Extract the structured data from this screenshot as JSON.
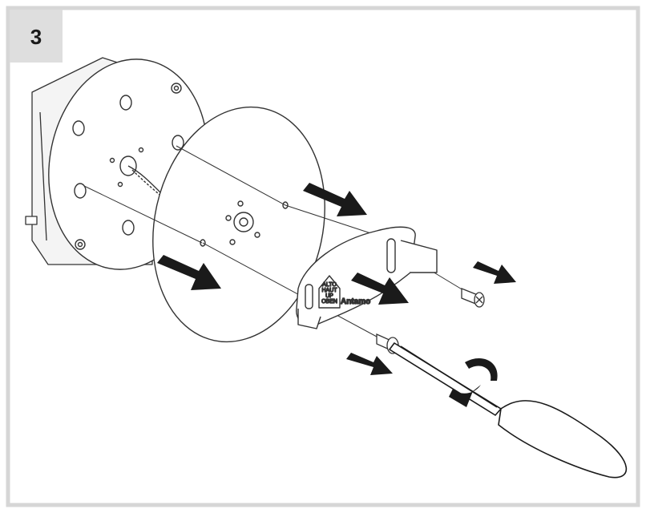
{
  "step": {
    "number": "3"
  },
  "plate_label": {
    "lines": [
      "ALTO",
      "HAUT",
      "UP",
      "OBEN"
    ]
  },
  "brand": {
    "name": "Antamo"
  },
  "colors": {
    "frame": "#d6d6d6",
    "step_box": "#dedede",
    "arrow": "#1a1a1a",
    "line": "#333333",
    "fill": "#ffffff"
  },
  "icons": [
    "screwdriver-icon",
    "rotate-arrow-icon",
    "direction-arrow-icon",
    "screw-icon"
  ]
}
